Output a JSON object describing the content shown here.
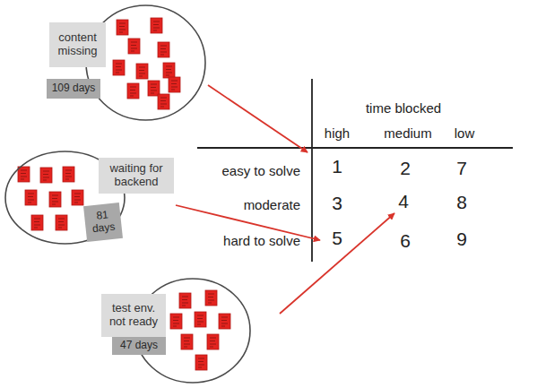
{
  "diagram": {
    "nodes": [
      {},
      {
        "text": [
          "content missing"
        ],
        "in": 0
      },
      {
        "text": [
          "109 days"
        ],
        "in": 0
      },
      {},
      {
        "text": [
          "waiting for backend"
        ],
        "in": 3
      },
      {
        "text": [
          "81 days"
        ],
        "in": 3
      },
      {},
      {
        "text": [
          "test env. not ready"
        ],
        "in": 6
      },
      {
        "text": [
          "47 days"
        ],
        "in": 6
      }
    ],
    "labels": [
      "time blocked",
      "high",
      "medium",
      "low",
      "easy to solve",
      "1",
      "2",
      "7",
      "moderate",
      "3",
      "4",
      "8",
      "hard to solve",
      "5",
      "6",
      "9"
    ]
  }
}
